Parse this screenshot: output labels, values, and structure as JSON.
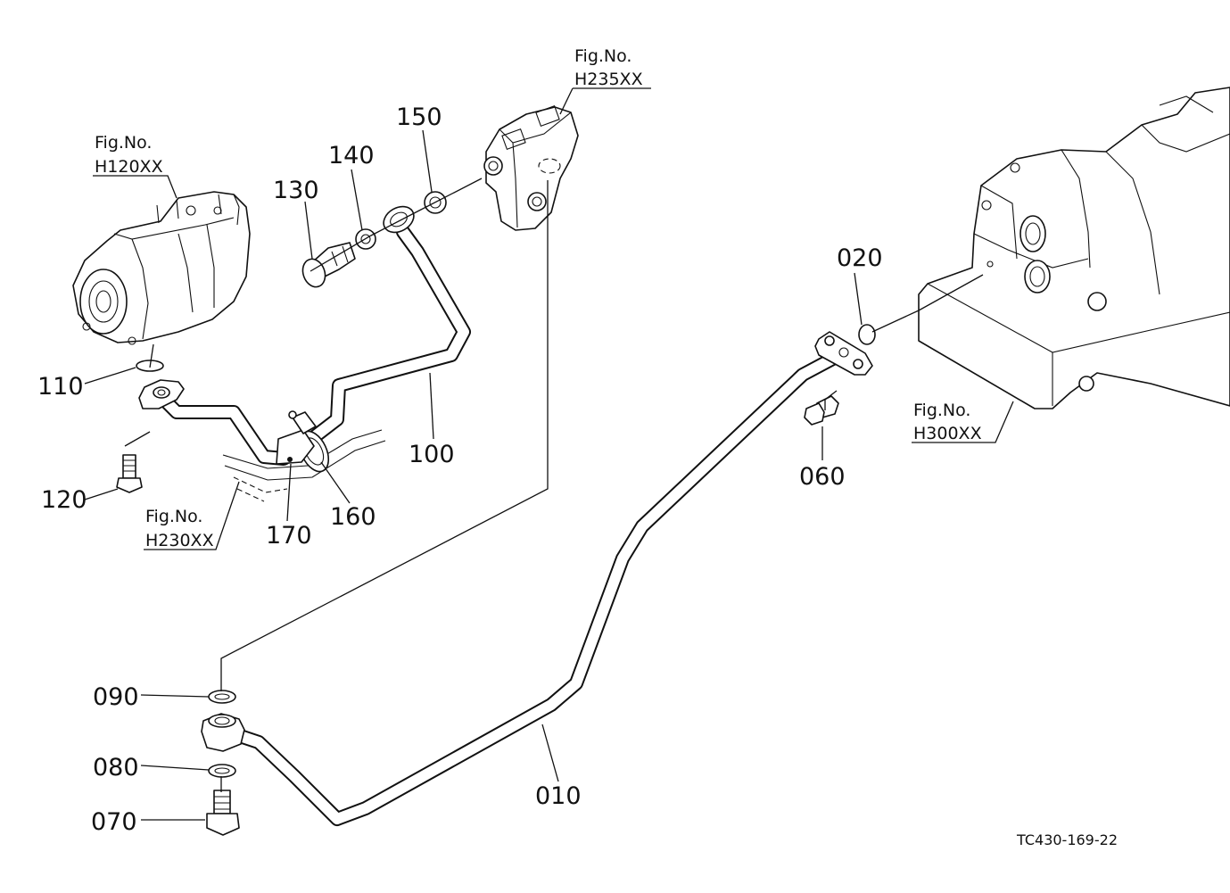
{
  "figure_refs": [
    {
      "id": "h120",
      "fig": "Fig.No.",
      "code": "H120XX"
    },
    {
      "id": "h235",
      "fig": "Fig.No.",
      "code": "H235XX"
    },
    {
      "id": "h300",
      "fig": "Fig.No.",
      "code": "H300XX"
    },
    {
      "id": "h230",
      "fig": "Fig.No.",
      "code": "H230XX"
    }
  ],
  "part_labels": {
    "p010": "010",
    "p020": "020",
    "p060": "060",
    "p070": "070",
    "p080": "080",
    "p090": "090",
    "p100": "100",
    "p110": "110",
    "p120": "120",
    "p130": "130",
    "p140": "140",
    "p150": "150",
    "p160": "160",
    "p170": "170"
  },
  "drawing_code": "TC430-169-22"
}
